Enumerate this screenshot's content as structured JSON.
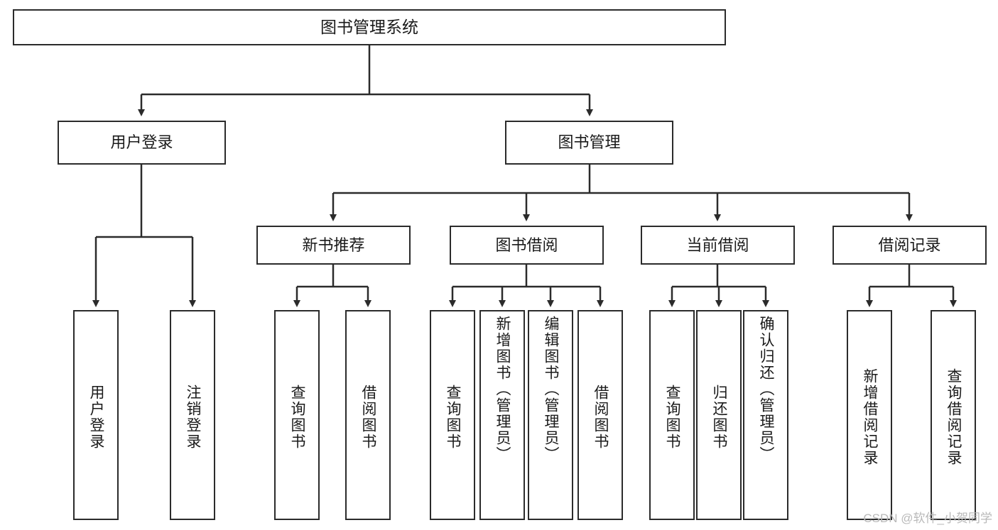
{
  "diagram": {
    "title": "图书管理系统",
    "type": "tree-hierarchy",
    "watermark": "CSDN @软件_小贺同学",
    "colors": {
      "stroke": "#2b2b2b",
      "fill": "#ffffff",
      "text": "#1a1a1a",
      "watermark": "#b9b9b9"
    },
    "nodes": {
      "root": {
        "label": "图书管理系统"
      },
      "level2": [
        {
          "label": "用户登录"
        },
        {
          "label": "图书管理"
        }
      ],
      "level3": [
        {
          "label": "新书推荐"
        },
        {
          "label": "图书借阅"
        },
        {
          "label": "当前借阅"
        },
        {
          "label": "借阅记录"
        }
      ],
      "leaves": {
        "user_login": [
          {
            "label": "用户登录"
          },
          {
            "label": "注销登录"
          }
        ],
        "new_book_recommend": [
          {
            "label": "查询图书"
          },
          {
            "label": "借阅图书"
          }
        ],
        "book_borrow": [
          {
            "label": "查询图书"
          },
          {
            "label": "新增图书（管理员）"
          },
          {
            "label": "编辑图书（管理员）"
          },
          {
            "label": "借阅图书"
          }
        ],
        "current_borrow": [
          {
            "label": "查询图书"
          },
          {
            "label": "归还图书"
          },
          {
            "label": "确认归还（管理员）"
          }
        ],
        "borrow_record": [
          {
            "label": "新增借阅记录"
          },
          {
            "label": "查询借阅记录"
          }
        ]
      }
    }
  }
}
